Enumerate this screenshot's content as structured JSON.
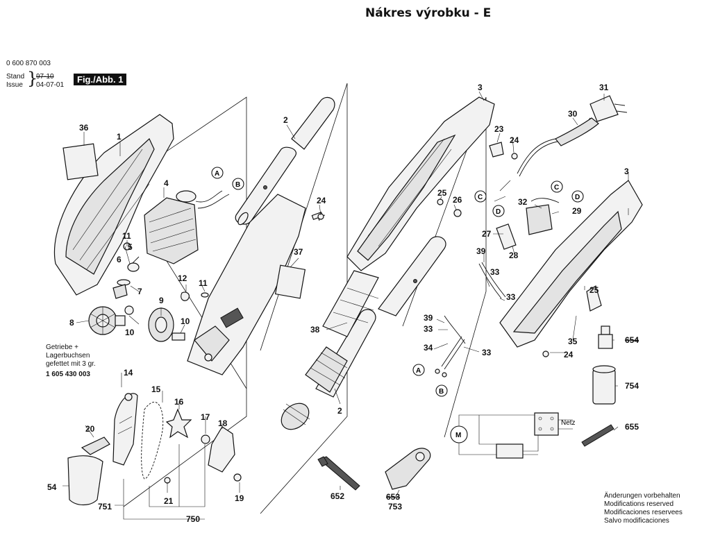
{
  "header": {
    "title": "Nákres výrobku - E",
    "part_number": "0 600 870 003",
    "stand_label": "Stand",
    "stand_old": "97-10",
    "issue_label": "Issue",
    "issue_date": "04-07-01",
    "figure_label": "Fig./Abb. 1"
  },
  "parts": {
    "p1": "1",
    "p2": "2",
    "p2b": "2",
    "p3": "3",
    "p3b": "3",
    "p4": "4",
    "p5": "5",
    "p6": "6",
    "p7": "7",
    "p8": "8",
    "p9": "9",
    "p10": "10",
    "p10b": "10",
    "p11": "11",
    "p11b": "11",
    "p12": "12",
    "p14": "14",
    "p15": "15",
    "p16": "16",
    "p17": "17",
    "p18": "18",
    "p19": "19",
    "p20": "20",
    "p21": "21",
    "p23": "23",
    "p24": "24",
    "p24b": "24",
    "p24c": "24",
    "p25": "25",
    "p25b": "25",
    "p26": "26",
    "p27": "27",
    "p28": "28",
    "p29": "29",
    "p30": "30",
    "p31": "31",
    "p32": "32",
    "p33a": "33",
    "p33b": "33",
    "p33c": "33",
    "p33d": "33",
    "p34": "34",
    "p35": "35",
    "p36": "36",
    "p37": "37",
    "p38": "38",
    "p39a": "39",
    "p39b": "39",
    "p54": "54",
    "p652": "652",
    "p653": "653",
    "p753": "753",
    "p654": "654",
    "p754": "754",
    "p655": "655",
    "p750": "750",
    "p751": "751"
  },
  "connectors": {
    "a1": "A",
    "b1": "B",
    "a2": "A",
    "b2": "B",
    "c1": "C",
    "d1": "D",
    "c2": "C",
    "d2": "D"
  },
  "notes": {
    "gear_line1": "Getriebe +",
    "gear_line2": "Lagerbuchsen",
    "gear_line3": "gefettet mit 3 gr.",
    "gear_part": "1 605 430 003",
    "netz": "Netz",
    "change1": "Änderungen vorbehalten",
    "change2": "Modifications reserved",
    "change3": "Modificaciones reservees",
    "change4": "Salvo modificaciones"
  }
}
